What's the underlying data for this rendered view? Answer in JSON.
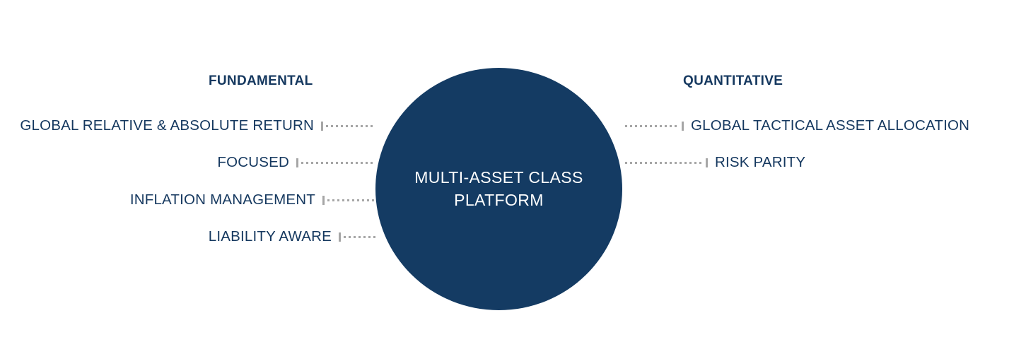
{
  "colors": {
    "navy": "#143b63",
    "text_navy": "#15385f",
    "leader_gray": "#a6a6a6",
    "background": "#ffffff",
    "hub_text": "#ffffff"
  },
  "hub": {
    "label": "MULTI-ASSET CLASS\nPLATFORM"
  },
  "columns": {
    "left": {
      "heading": "FUNDAMENTAL",
      "items": [
        {
          "label": "GLOBAL RELATIVE & ABSOLUTE RETURN",
          "leader_length": 70
        },
        {
          "label": "FOCUSED",
          "leader_length": 105
        },
        {
          "label": "INFLATION MANAGEMENT",
          "leader_length": 68
        },
        {
          "label": "LIABILITY AWARE",
          "leader_length": 45
        }
      ]
    },
    "right": {
      "heading": "QUANTITATIVE",
      "items": [
        {
          "label": "GLOBAL TACTICAL ASSET ALLOCATION",
          "leader_length": 76
        },
        {
          "label": "RISK PARITY",
          "leader_length": 110
        }
      ]
    }
  },
  "chart_data": {
    "type": "diagram",
    "title": "MULTI-ASSET CLASS PLATFORM",
    "layout": "hub-and-spoke",
    "center_node": "MULTI-ASSET CLASS PLATFORM",
    "groups": [
      {
        "name": "FUNDAMENTAL",
        "side": "left",
        "nodes": [
          "GLOBAL RELATIVE & ABSOLUTE RETURN",
          "FOCUSED",
          "INFLATION MANAGEMENT",
          "LIABILITY AWARE"
        ]
      },
      {
        "name": "QUANTITATIVE",
        "side": "right",
        "nodes": [
          "GLOBAL TACTICAL ASSET ALLOCATION",
          "RISK PARITY"
        ]
      }
    ],
    "connector_style": "dotted-leader-with-tick"
  }
}
